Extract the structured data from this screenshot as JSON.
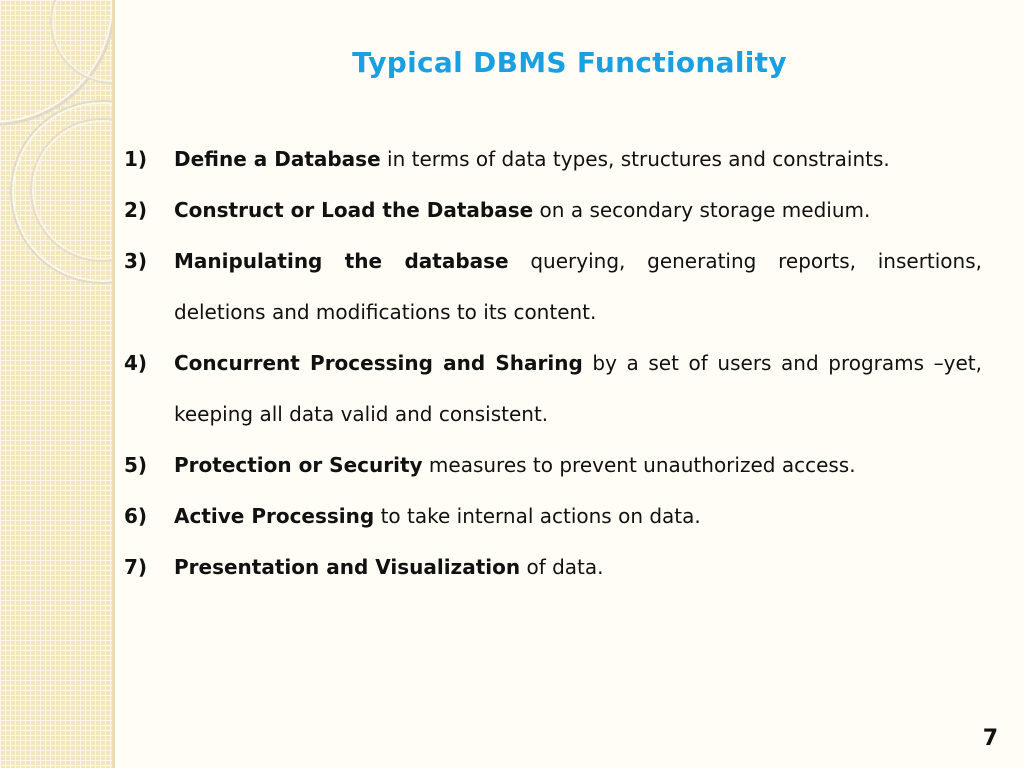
{
  "slide": {
    "title": "Typical DBMS Functionality",
    "page_number": "7",
    "items": [
      {
        "number": "1)",
        "bold": "Define a Database",
        "rest": " in terms of data types, structures  and constraints."
      },
      {
        "number": "2)",
        "bold": "Construct or Load the Database",
        "rest": " on a secondary storage medium."
      },
      {
        "number": "3)",
        "bold": "Manipulating the database",
        "rest": " querying, generating reports, insertions, deletions and modifications to its content."
      },
      {
        "number": "4)",
        "bold": "Concurrent Processing and Sharing",
        "rest": " by a set of users and programs –yet, keeping all data valid and consistent."
      },
      {
        "number": "5)",
        "bold": "Protection or Security",
        "rest": " measures to prevent unauthorized access."
      },
      {
        "number": "6)",
        "bold": "Active Processing",
        "rest": " to take internal actions on data."
      },
      {
        "number": "7)",
        "bold": "Presentation and Visualization",
        "rest": " of data."
      }
    ]
  },
  "colors": {
    "title": "#1a9fe0",
    "side_panel": "#f3e6bd",
    "background": "#fffdf6"
  }
}
